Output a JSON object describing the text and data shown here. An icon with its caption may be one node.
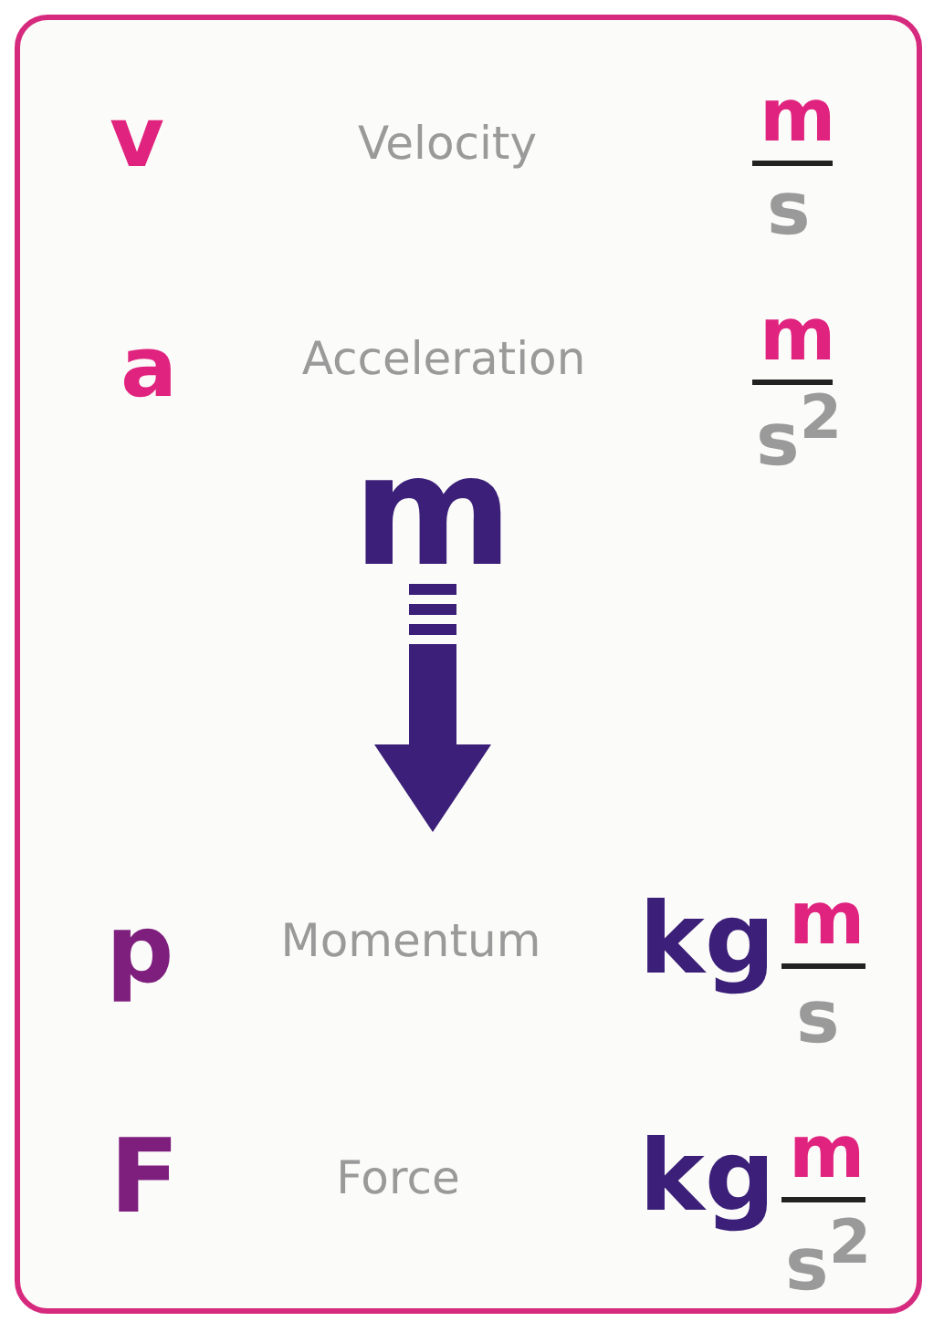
{
  "diagram": {
    "labels": [
      "v",
      "Velocity",
      "m",
      "s",
      "a",
      "Acceleration",
      "m",
      "s$^{2}$",
      "m",
      "p",
      "Momentum",
      "kg",
      "m",
      "s",
      "F",
      "Force",
      "kg",
      "m",
      "s$^{2}$"
    ]
  }
}
